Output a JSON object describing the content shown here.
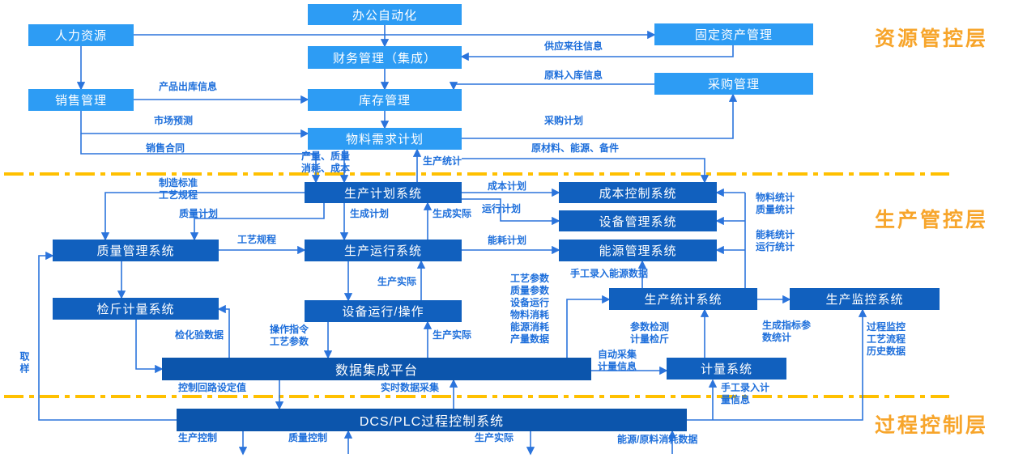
{
  "layers": {
    "resource": "资源管控层",
    "production": "生产管控层",
    "process": "过程控制层"
  },
  "nodes": {
    "oa": "办公自动化",
    "hr": "人力资源",
    "fixed_asset": "固定资产管理",
    "finance": "财务管理（集成）",
    "sales": "销售管理",
    "purchase": "采购管理",
    "inventory": "库存管理",
    "mrp": "物料需求计划",
    "prod_plan": "生产计划系统",
    "cost_ctrl": "成本控制系统",
    "equip_mgmt": "设备管理系统",
    "quality": "质量管理系统",
    "prod_run": "生产运行系统",
    "energy": "能源管理系统",
    "weigh": "检斤计量系统",
    "equip_op": "设备运行/操作",
    "prod_stat": "生产统计系统",
    "prod_mon": "生产监控系统",
    "data_platform": "数据集成平台",
    "meter": "计量系统",
    "dcs": "DCS/PLC过程控制系统"
  },
  "edge_labels": {
    "supply_info": "供应来往信息",
    "product_outbound": "产品出库信息",
    "material_inbound": "原料入库信息",
    "market_forecast": "市场预测",
    "purchase_plan": "采购计划",
    "sales_contract": "销售合同",
    "output_quality_cost": "产量、质量\n消耗、成本",
    "production_stats": "生产统计",
    "raw_energy_spare": "原材料、能源、备件",
    "mfg_standard": "制造标准\n工艺规程",
    "cost_plan": "成本计划",
    "run_plan": "运行计划",
    "quality_plan": "质量计划",
    "gen_plan": "生成计划",
    "gen_actual": "生成实际",
    "energy_plan": "能耗计划",
    "material_quality_stats": "物料统计\n质量统计",
    "energy_run_stats": "能耗统计\n运行统计",
    "process_spec": "工艺规程",
    "prod_actual_mid": "生产实际",
    "process_params_list": "工艺参数\n质量参数\n设备运行\n物料消耗\n能源消耗\n产量数据",
    "manual_energy": "手工录入能源数据",
    "lab_data": "检化验数据",
    "op_cmd": "操作指令\n工艺参数",
    "prod_actual_lower": "生产实际",
    "param_detect": "参数检测\n计量检斤",
    "gen_indicator": "生成指标参\n数统计",
    "process_monitor": "过程监控\n工艺流程\n历史数据",
    "auto_collect": "自动采集\n计量信息",
    "sampling": "取样",
    "control_loop": "控制回路设定值",
    "realtime_collect": "实时数据采集",
    "manual_metering": "手工录入计\n量信息",
    "prod_control": "生产控制",
    "quality_control": "质量控制",
    "prod_actual_bottom": "生产实际",
    "energy_material_data": "能源/原料消耗数据"
  },
  "colors": {
    "box_light": "#2D9CF4",
    "box_dark": "#1160BE",
    "box_bar": "#0C55AC",
    "connector": "#2B74DC",
    "edge_label_text": "#1E6FDB",
    "layer_label": "#F7A52B",
    "layer_divider": "#FFC000"
  }
}
